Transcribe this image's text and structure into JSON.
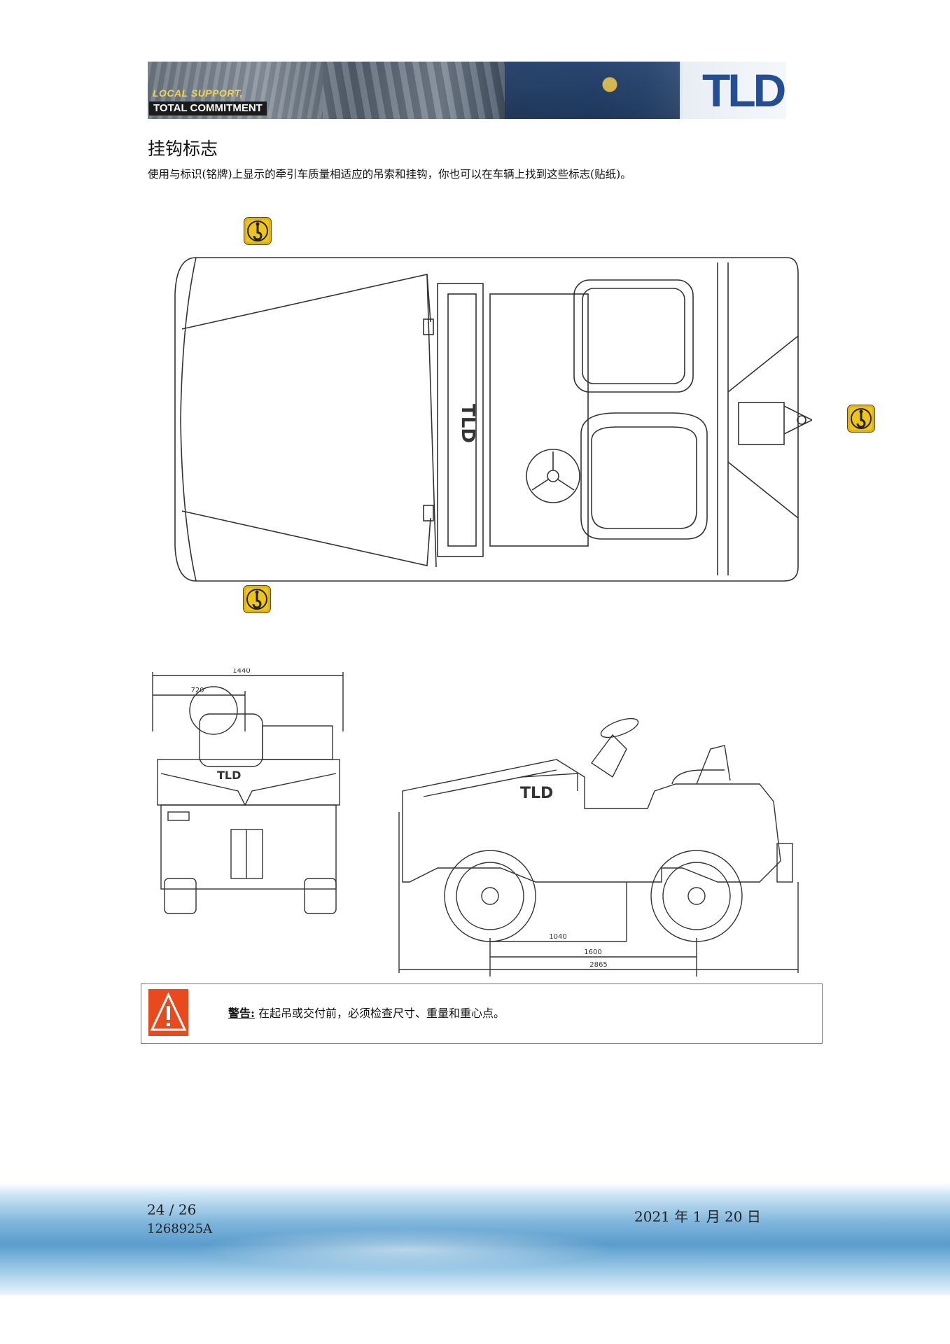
{
  "header": {
    "tagline_1": "LOCAL SUPPORT,",
    "tagline_2": "TOTAL COMMITMENT",
    "logo": "TLD"
  },
  "section": {
    "title": "挂钩标志",
    "intro": "使用与标识(铭牌)上显示的牵引车质量相适应的吊索和挂钩，你也可以在车辆上找到这些标志(贴纸)。"
  },
  "icons": [
    "hook-sticker-icon",
    "warning-triangle-icon"
  ],
  "colors": {
    "hook_sticker": "#eec51c",
    "warning": "#e84a1e",
    "logo": "#244e93"
  },
  "drawing": {
    "top_view_logo": "TLD",
    "rear_view": {
      "dim_total": "1440",
      "dim_half": "720"
    },
    "side_view": {
      "dim_1": "1040",
      "dim_2": "1600",
      "dim_3": "2865"
    }
  },
  "warning": {
    "label": "警告:",
    "text": "在起吊或交付前，必须检查尺寸、重量和重心点。"
  },
  "footer": {
    "page": "24 / 26",
    "doc_number": "1268925A",
    "date": "2021 年 1 月 20 日"
  }
}
